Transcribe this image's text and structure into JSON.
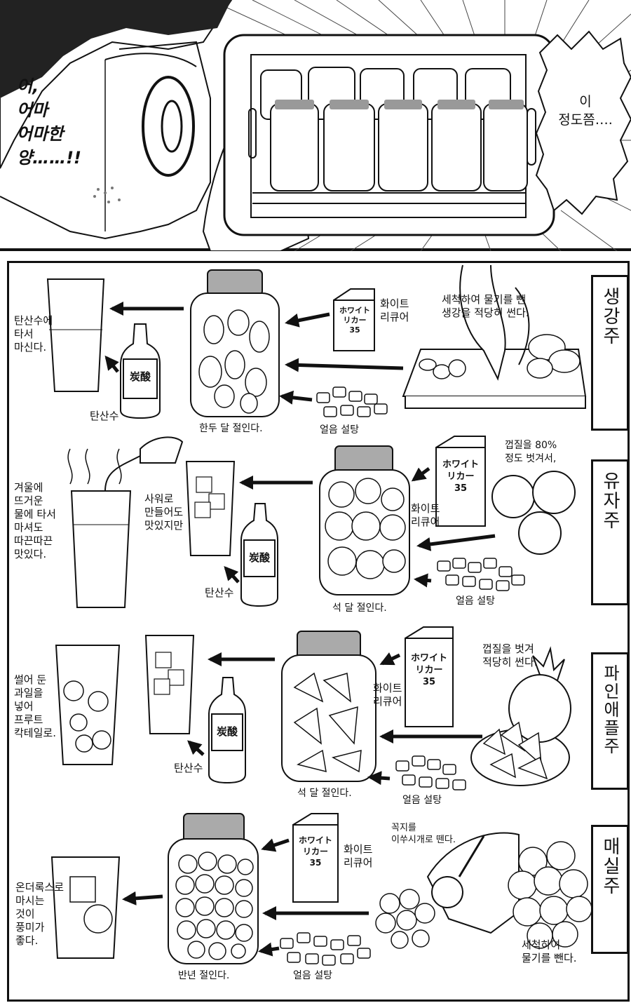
{
  "top_panel": {
    "shout": "어,\n어마\n어마한\n양……!!",
    "bubble": "이\n정도쯤…."
  },
  "sections": [
    {
      "title": "생강주",
      "prep": "세척하여 물기를 뺀\n생강을 적당히 썬다.",
      "liquor": "화이트\n리큐어",
      "sugar": "얼음 설탕",
      "steep": "한두 달 절인다.",
      "soda": "탄산수",
      "serve": "탄산수에\n타서\n마신다."
    },
    {
      "title": "유자주",
      "prep": "껍질을 80%\n정도 벗겨서,",
      "liquor": "화이트\n리큐어",
      "sugar": "얼음 설탕",
      "steep": "석 달 절인다.",
      "soda": "탄산수",
      "serve": "사워로\n만들어도\n맛있지만",
      "serve2": "겨울에\n뜨거운\n물에 타서\n마셔도\n따끈따끈\n맛있다."
    },
    {
      "title": "파인애플주",
      "prep": "껍질을 벗겨\n적당히 썬다.",
      "liquor": "화이트\n리큐어",
      "sugar": "얼음 설탕",
      "steep": "석 달 절인다.",
      "soda": "탄산수",
      "serve": "썰어 둔\n과일을\n넣어\n프루트\n칵테일로."
    },
    {
      "title": "매실주",
      "prep": "꼭지를\n이쑤시개로 뗀다.",
      "prep2": "세척하여\n물기를 뺀다.",
      "liquor": "화이트\n리큐어",
      "sugar": "얼음 설탕",
      "steep": "반년 절인다.",
      "serve": "온더록스로\n마시는\n것이\n풍미가\n좋다."
    }
  ],
  "carton_text": "ホワイト\nリカー\n35",
  "bottle_text": "炭酸"
}
